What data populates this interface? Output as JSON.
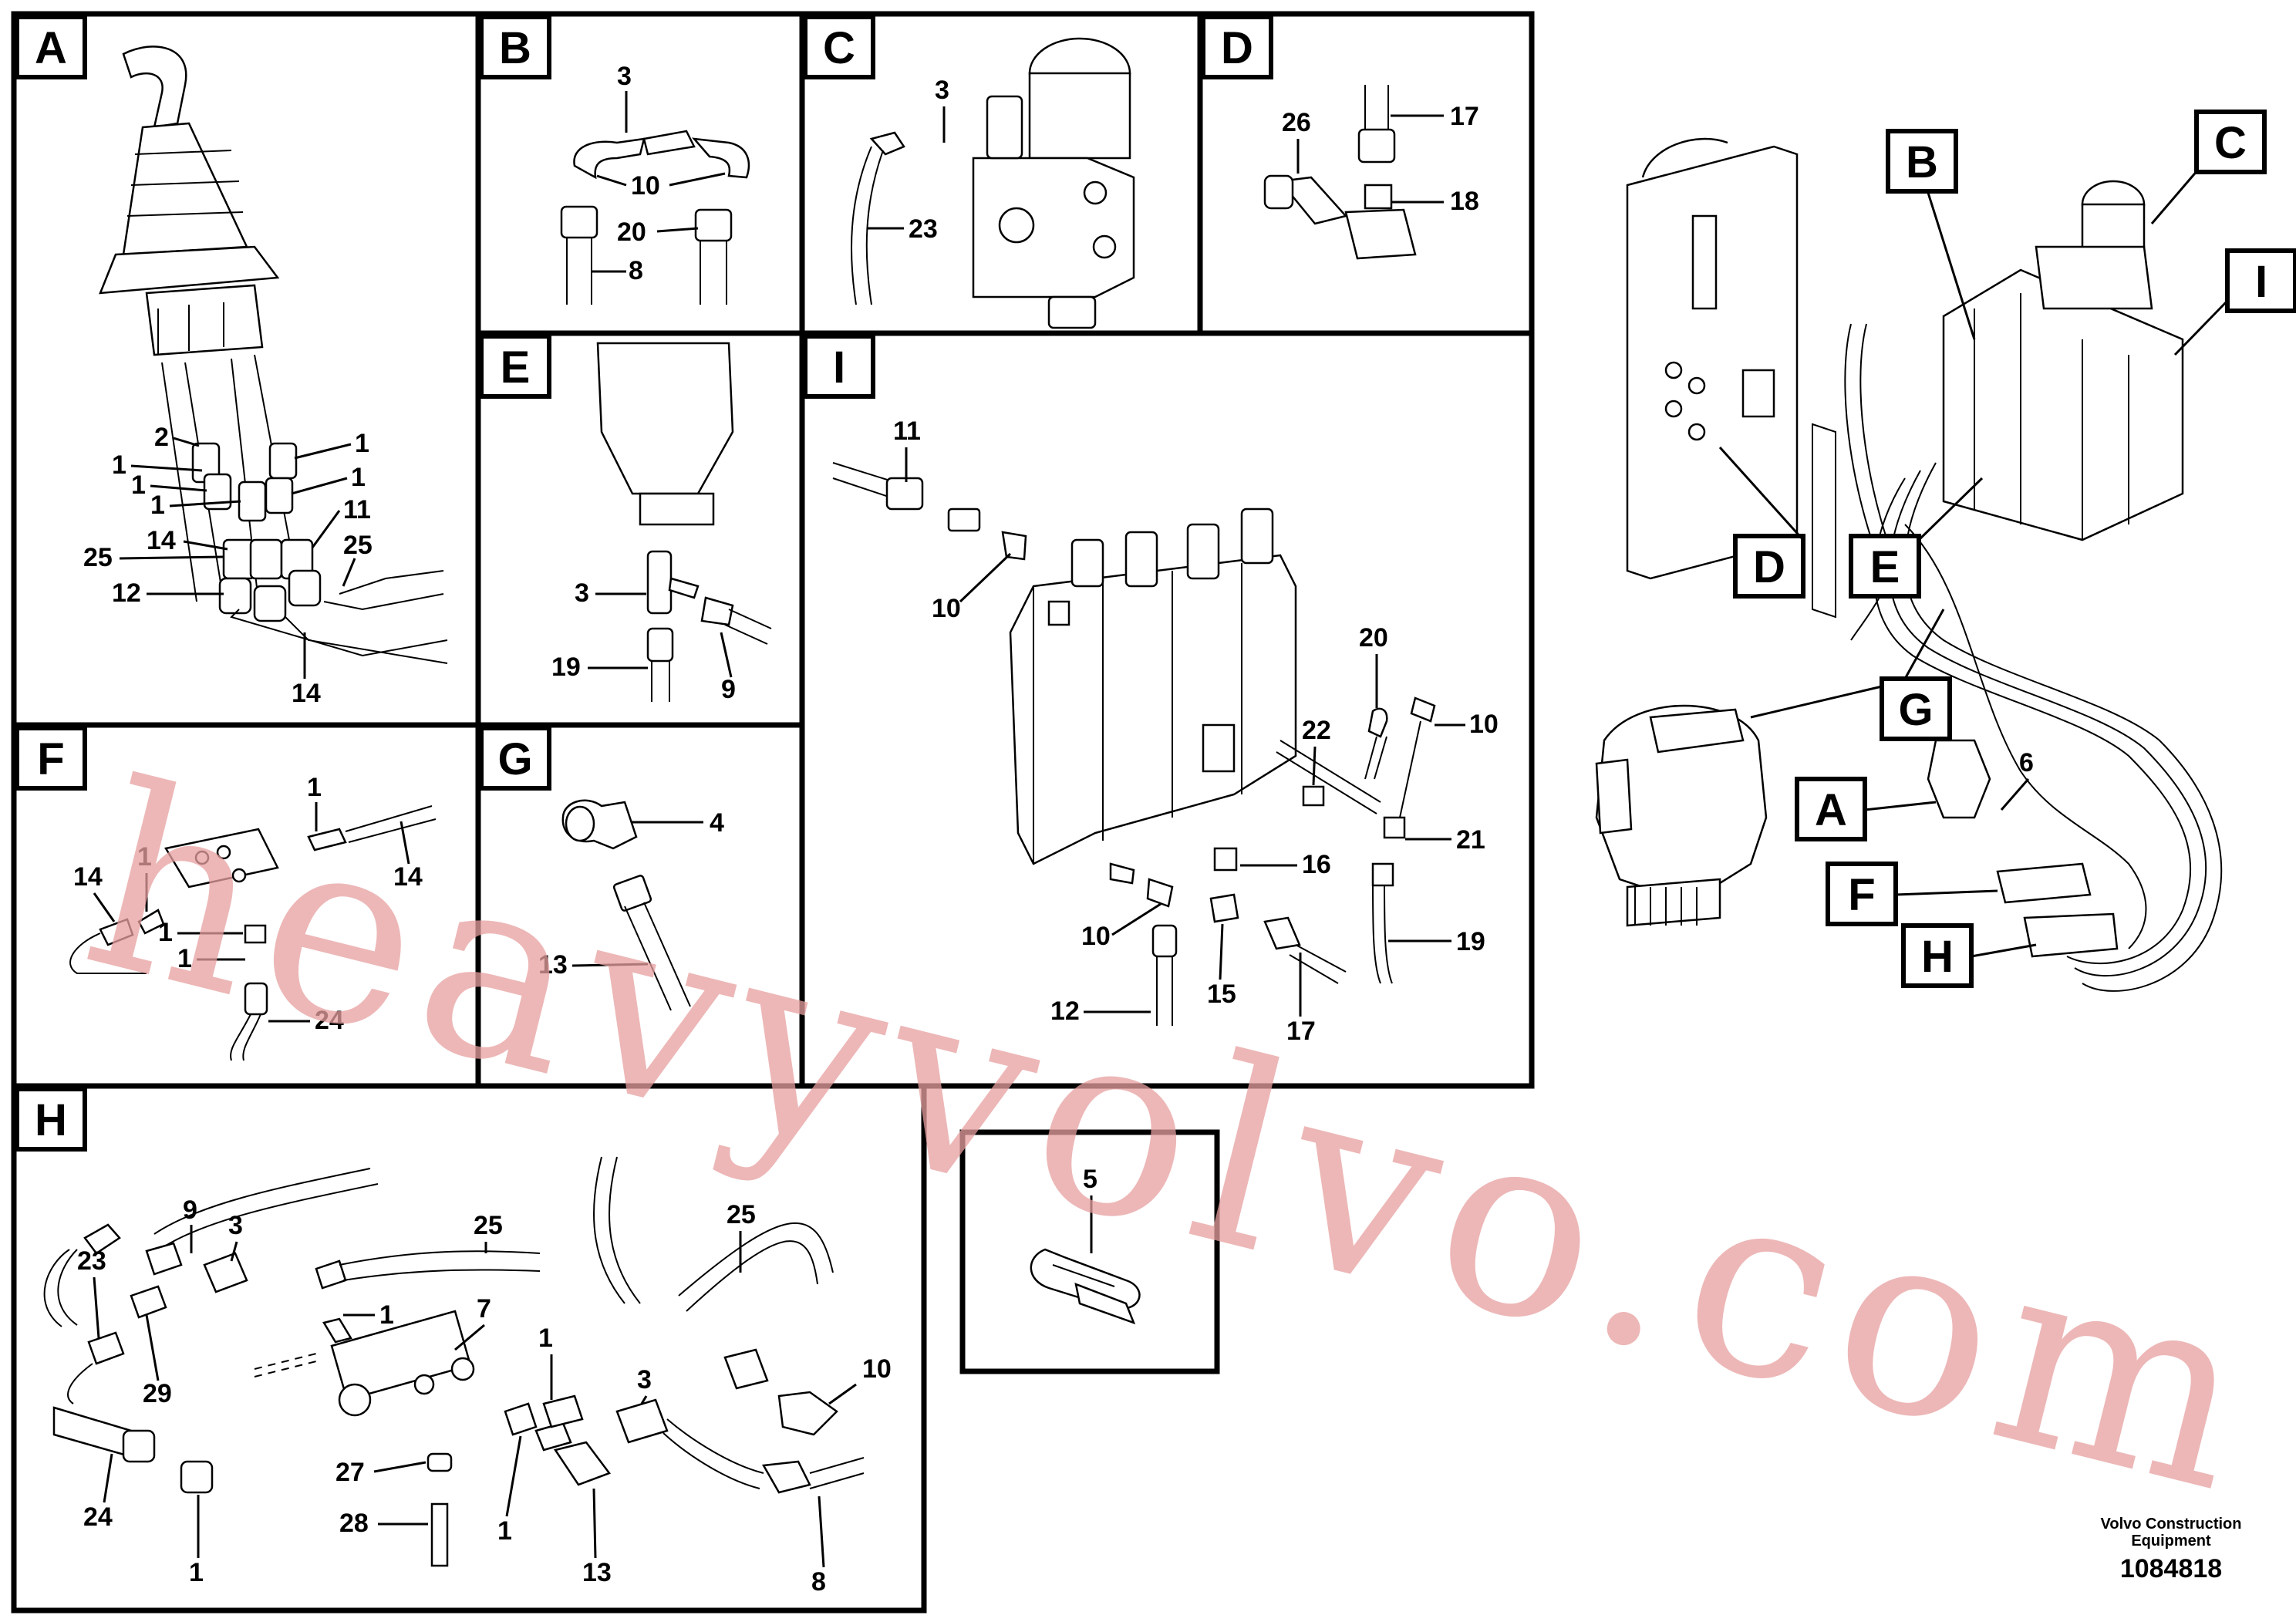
{
  "panels": {
    "A": {
      "tag": "A",
      "callouts": [
        "2",
        "1",
        "1",
        "1",
        "1",
        "1",
        "11",
        "25",
        "14",
        "25",
        "12",
        "14"
      ]
    },
    "B": {
      "tag": "B",
      "callouts": [
        "3",
        "10",
        "20",
        "8"
      ]
    },
    "C": {
      "tag": "C",
      "callouts": [
        "3",
        "23"
      ]
    },
    "D": {
      "tag": "D",
      "callouts": [
        "26",
        "17",
        "18"
      ]
    },
    "E": {
      "tag": "E",
      "callouts": [
        "3",
        "19",
        "9"
      ]
    },
    "F": {
      "tag": "F",
      "callouts": [
        "1",
        "1",
        "14",
        "14",
        "1",
        "1",
        "24"
      ]
    },
    "G": {
      "tag": "G",
      "callouts": [
        "4",
        "13"
      ]
    },
    "I": {
      "tag": "I",
      "callouts": [
        "11",
        "10",
        "20",
        "22",
        "10",
        "21",
        "16",
        "19",
        "10",
        "15",
        "12",
        "17"
      ]
    },
    "H": {
      "tag": "H",
      "callouts": [
        "9",
        "3",
        "25",
        "25",
        "23",
        "1",
        "7",
        "29",
        "1",
        "3",
        "10",
        "27",
        "24",
        "28",
        "1",
        "1",
        "13",
        "8"
      ]
    },
    "clamp": {
      "callouts": [
        "5"
      ]
    }
  },
  "overview": {
    "tags": [
      "B",
      "C",
      "I",
      "D",
      "E",
      "G",
      "A",
      "F",
      "H"
    ],
    "callouts": [
      "6"
    ]
  },
  "watermark": "heavyvolvo.com",
  "footer": {
    "company_line1": "Volvo Construction",
    "company_line2": "Equipment",
    "drawing_number": "1084818"
  }
}
